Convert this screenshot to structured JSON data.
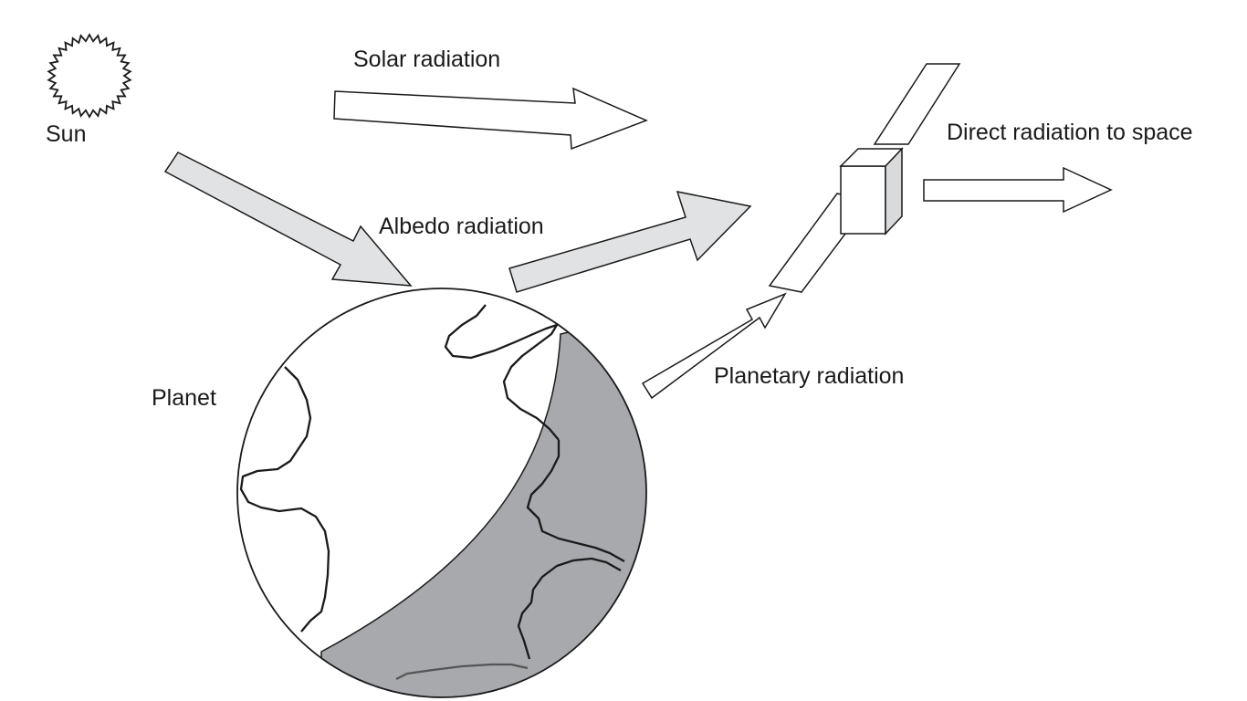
{
  "labels": {
    "sun": "Sun",
    "solar_radiation": "Solar radiation",
    "albedo_radiation": "Albedo radiation",
    "planet": "Planet",
    "planetary_radiation": "Planetary radiation",
    "direct_radiation": "Direct radiation to space"
  },
  "colors": {
    "planet_night_side": "#a7a9ac",
    "albedo_arrow_fill": "#e1e2e3",
    "outline": "#1a1a1a"
  }
}
